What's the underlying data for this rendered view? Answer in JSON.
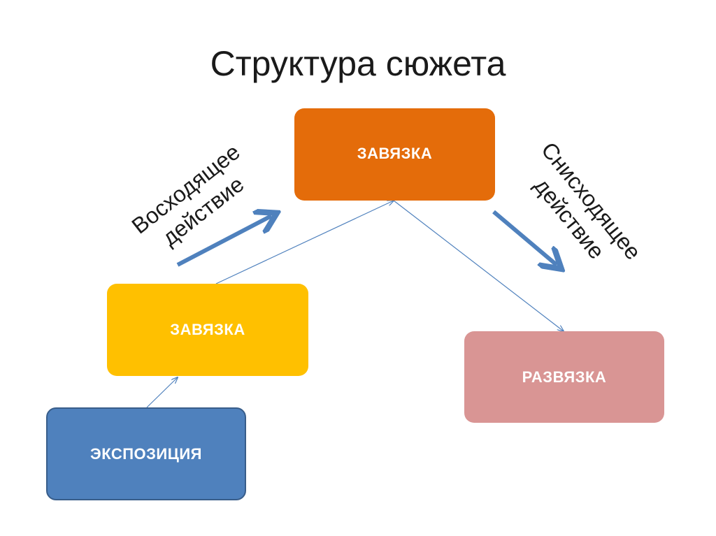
{
  "slide": {
    "title": "Структура сюжета"
  },
  "nodes": {
    "top": "ЗАВЯЗКА",
    "middle": "ЗАВЯЗКА",
    "exposition": "ЭКСПОЗИЦИЯ",
    "resolution": "РАЗВЯЗКА"
  },
  "labels": {
    "rising_line1": "Восходящее",
    "rising_line2": "действие",
    "falling_line1": "Снисходящее",
    "falling_line2": "действие"
  },
  "colors": {
    "top": "#e46c0a",
    "middle": "#ffc000",
    "exposition": "#4f81bd",
    "resolution": "#d99594",
    "arrow": "#4f81bd"
  }
}
